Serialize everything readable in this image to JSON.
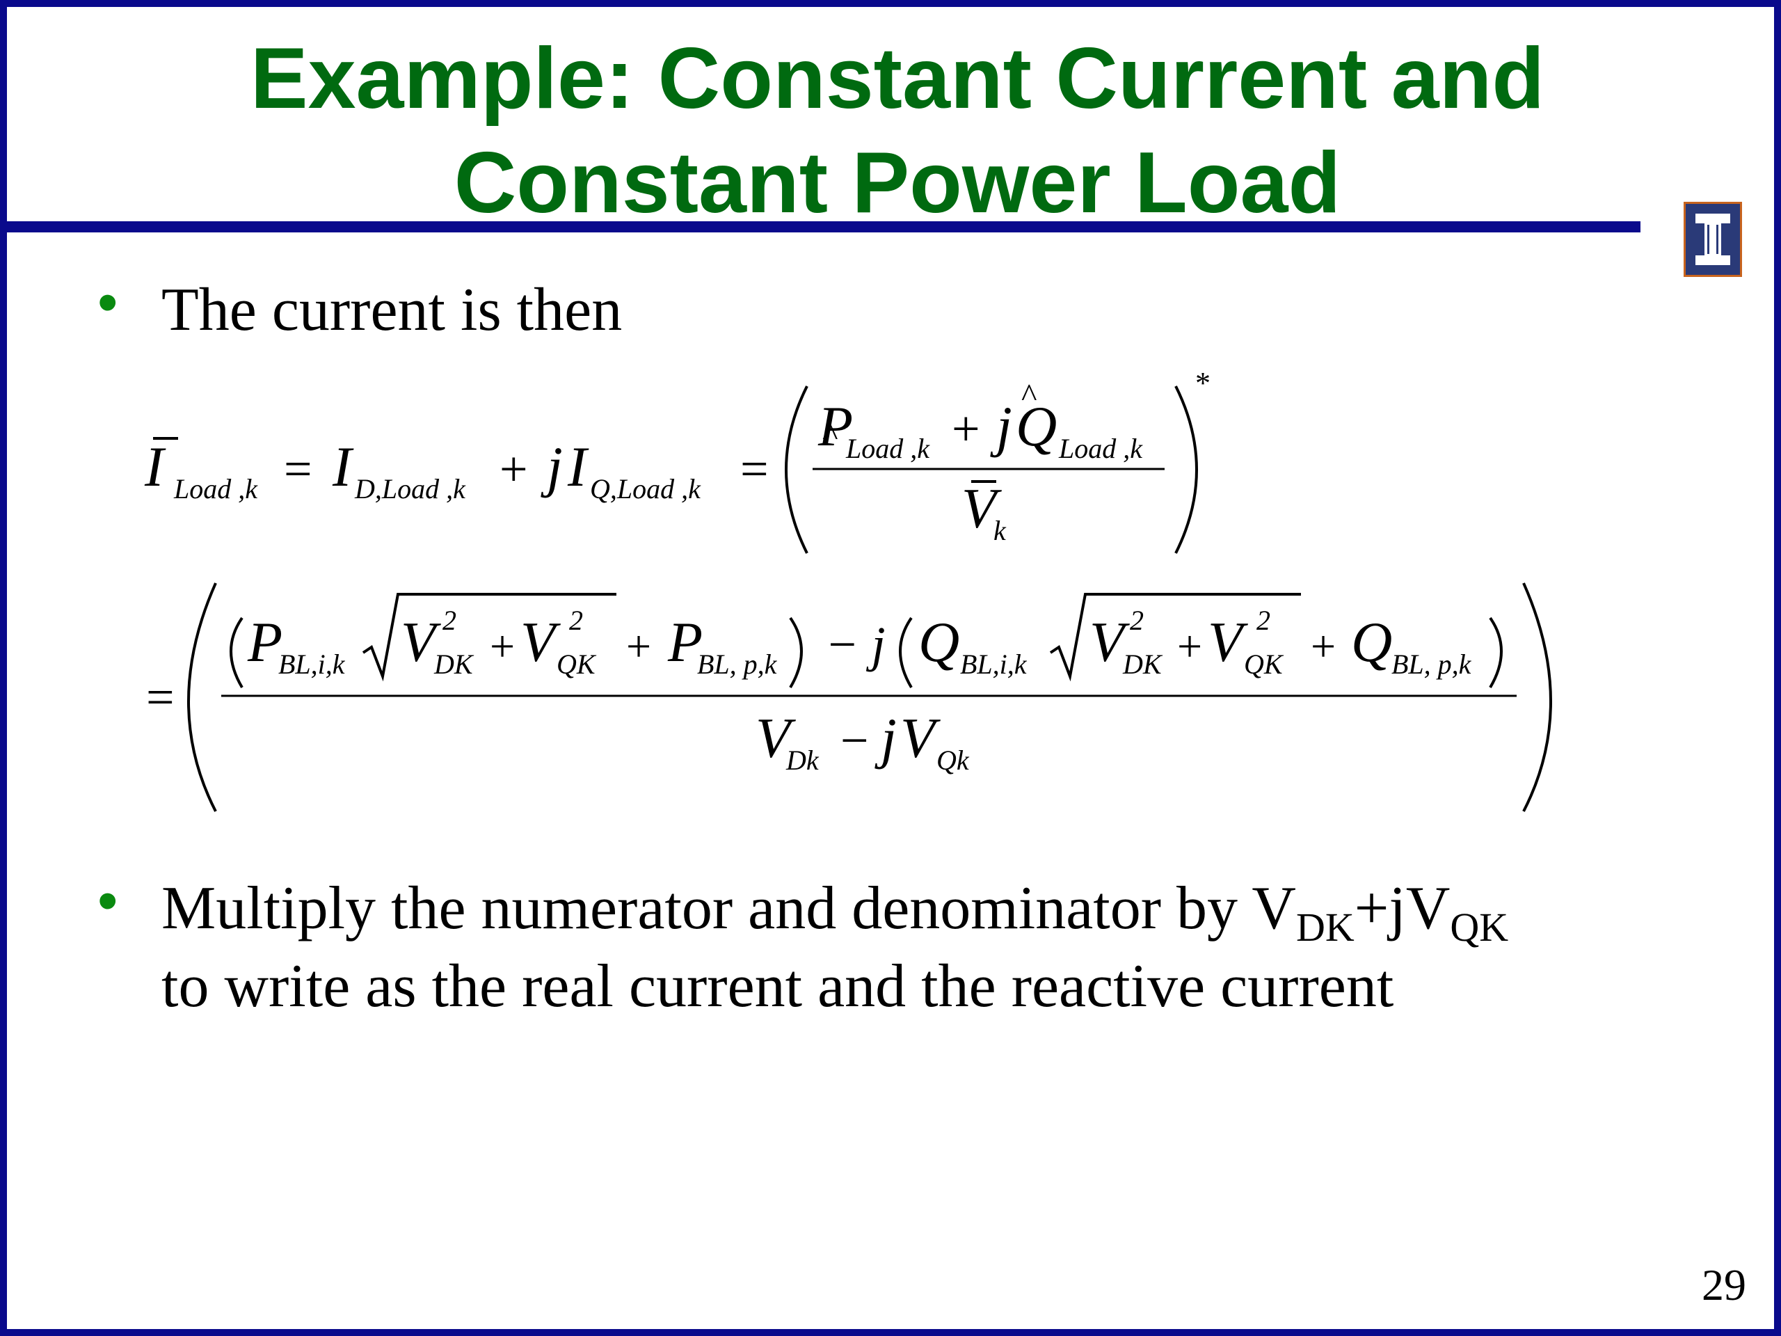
{
  "slide": {
    "title_line1": "Example: Constant Current and",
    "title_line2": "Constant Power Load",
    "bullet1": "The current is then",
    "bullet2_part1": "Multiply the numerator and denominator by V",
    "bullet2_sub1": "DK",
    "bullet2_part2": "+jV",
    "bullet2_sub2": "QK",
    "bullet2_line2": "to write as the real current and the reactive current",
    "page_number": "29"
  },
  "logo": {
    "icon": "illinois-block-i",
    "letter": "I"
  },
  "colors": {
    "title": "#006a10",
    "border": "#0a0a8c",
    "bullet": "#0a8a10",
    "logo_bg": "#2a3a78",
    "logo_border": "#c8641e"
  },
  "equation1": {
    "lhs_symbol": "I",
    "lhs_sub": "Load ,k",
    "equals": "=",
    "term1_symbol": "I",
    "term1_sub": "D,Load ,k",
    "plus": "+",
    "j": "j",
    "term2_symbol": "I",
    "term2_sub": "Q,Load ,k",
    "num_p": "P",
    "num_p_sub": "Load ,k",
    "num_plus": "+",
    "num_j": "j",
    "num_q": "Q",
    "num_q_sub": "Load ,k",
    "den_v": "V",
    "den_v_sub": "k",
    "conj": "*"
  },
  "equation2": {
    "equals": "=",
    "p1": "P",
    "p1_sub": "BL,i,k",
    "v_dk": "V",
    "v_dk_sub": "DK",
    "sq": "2",
    "plus": "+",
    "v_qk": "V",
    "v_qk_sub": "QK",
    "p2": "P",
    "p2_sub": "BL, p,k",
    "minus_j": "− j",
    "q1": "Q",
    "q1_sub": "BL,i,k",
    "q2": "Q",
    "q2_sub": "BL, p,k",
    "den_v1": "V",
    "den_v1_sub": "Dk",
    "den_minus": "−",
    "den_j": "j",
    "den_v2": "V",
    "den_v2_sub": "Qk"
  }
}
